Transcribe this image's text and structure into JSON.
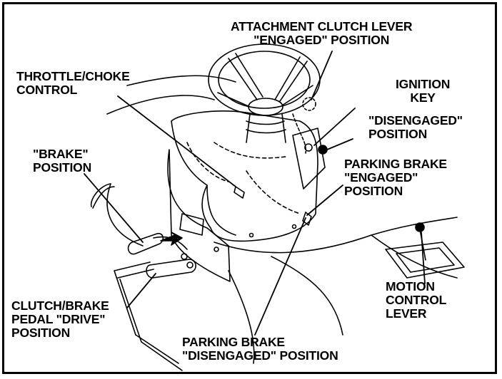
{
  "labels": {
    "attachment_clutch": [
      "ATTACHMENT CLUTCH LEVER",
      "\"ENGAGED\" POSITION"
    ],
    "throttle_choke": [
      "THROTTLE/CHOKE",
      "CONTROL"
    ],
    "ignition_key": [
      "IGNITION",
      "KEY"
    ],
    "disengaged": [
      "\"DISENGAGED\"",
      "POSITION"
    ],
    "brake_position": [
      "\"BRAKE\"",
      "POSITION"
    ],
    "parking_brake_engaged": [
      "PARKING BRAKE",
      "\"ENGAGED\"",
      "POSITION"
    ],
    "motion_control": [
      "MOTION",
      "CONTROL",
      "LEVER"
    ],
    "clutch_brake_pedal": [
      "CLUTCH/BRAKE",
      "PEDAL \"DRIVE\"",
      "POSITION"
    ],
    "parking_brake_disengaged": [
      "PARKING BRAKE",
      "\"DISENGAGED\" POSITION"
    ]
  }
}
